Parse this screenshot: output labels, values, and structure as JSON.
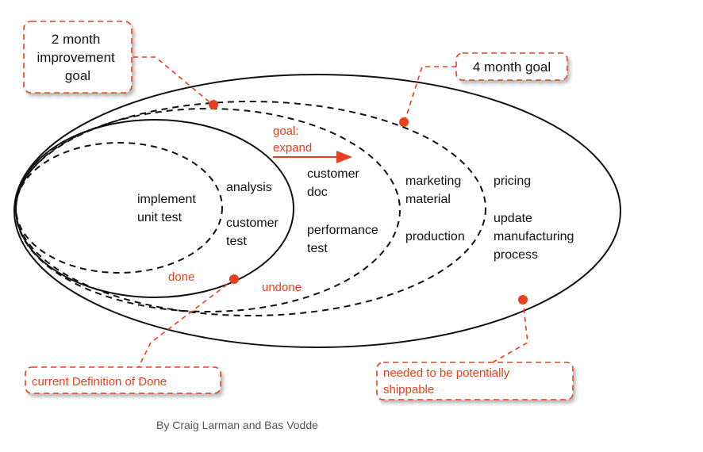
{
  "callouts": {
    "two_month": [
      "2 month",
      "improvement",
      "goal"
    ],
    "four_month": "4 month goal",
    "current_dod": "current Definition of Done",
    "shippable": [
      "needed to be potentially",
      "shippable"
    ]
  },
  "inner_dashed": {
    "line1": "implement",
    "line2": "unit test"
  },
  "inner_solid": {
    "analysis": "analysis",
    "customer1": "customer",
    "test1": "test"
  },
  "middle_dashed": {
    "customer2": "customer",
    "doc": "doc",
    "performance": "performance",
    "test2": "test"
  },
  "outer_dashed": {
    "marketing": "marketing",
    "material": "material",
    "production": "production"
  },
  "outer_solid": {
    "pricing": "pricing",
    "update": "update",
    "manufacturing": "manufacturing",
    "process": "process"
  },
  "labels": {
    "goal_line1": "goal:",
    "goal_line2": "expand",
    "done": "done",
    "undone": "undone"
  },
  "credit": "By Craig Larman and Bas Vodde",
  "colors": {
    "accent": "#e8401c",
    "ink": "#111111"
  }
}
